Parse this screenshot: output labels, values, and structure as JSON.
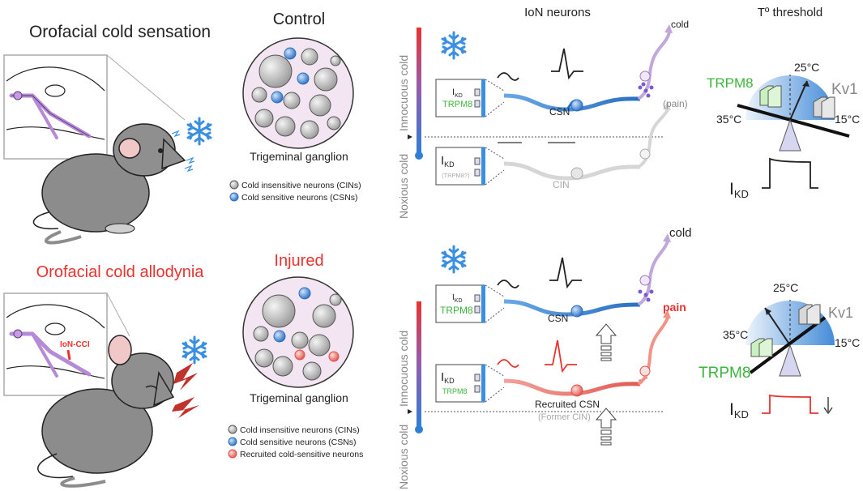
{
  "colors": {
    "red": "#e8332f",
    "green": "#3cb53c",
    "blue": "#2f7fd4",
    "grey_text": "#888888"
  },
  "left": {
    "top_title": "Orofacial cold sensation",
    "bottom_title": "Orofacial cold allodynia",
    "injury_label": "IoN-CCI"
  },
  "ganglion": {
    "control_title": "Control",
    "injured_title": "Injured",
    "caption_top": "Trigeminal ganglion",
    "caption_bottom": "Trigeminal ganglion",
    "legend_top": [
      "Cold insensitive neurons (CINs)",
      "Cold sensitive neurons (CSNs)"
    ],
    "legend_bottom": [
      "Cold insensitive neurons (CINs)",
      "Cold sensitive neurons (CSNs)",
      "Recruited cold-sensitive neurons"
    ]
  },
  "ion": {
    "title": "IoN neurons",
    "scale_top": "Innocuous cold",
    "scale_bottom": "Noxious cold",
    "top": {
      "ikd_main": "I",
      "ikd_sub": "KD",
      "trpm8": "TRPM8",
      "csn": "CSN",
      "cold": "cold",
      "pain_paren": "(pain)",
      "ikd2_main": "I",
      "ikd2_sub": "KD",
      "trpm8_q": "(TRPM8?)",
      "cin": "CIN"
    },
    "bottom": {
      "ikd_main": "I",
      "ikd_sub": "KD",
      "trpm8": "TRPM8",
      "csn": "CSN",
      "cold": "cold",
      "pain": "pain",
      "ikd2_main": "I",
      "ikd2_sub": "KD",
      "trpm8_2": "TRPM8",
      "recruited": "Recruited CSN",
      "former": "(Former CIN)"
    }
  },
  "threshold": {
    "title": "Tº threshold",
    "top": {
      "t25": "25°C",
      "t35": "35°C",
      "t15": "15°C",
      "trpm8": "TRPM8",
      "kv1": "Kv1",
      "ikd_main": "I",
      "ikd_sub": "KD"
    },
    "bottom": {
      "t25": "25°C",
      "t35": "35°C",
      "t15": "15°C",
      "trpm8": "TRPM8",
      "kv1": "Kv1",
      "ikd_main": "I",
      "ikd_sub": "KD"
    }
  },
  "icons": [
    "mouse-illustration",
    "snowflake-icon",
    "lightning-icon",
    "thermometer-scale",
    "seesaw-balance",
    "current-trace",
    "up-arrow-icon",
    "down-arrow-icon"
  ]
}
